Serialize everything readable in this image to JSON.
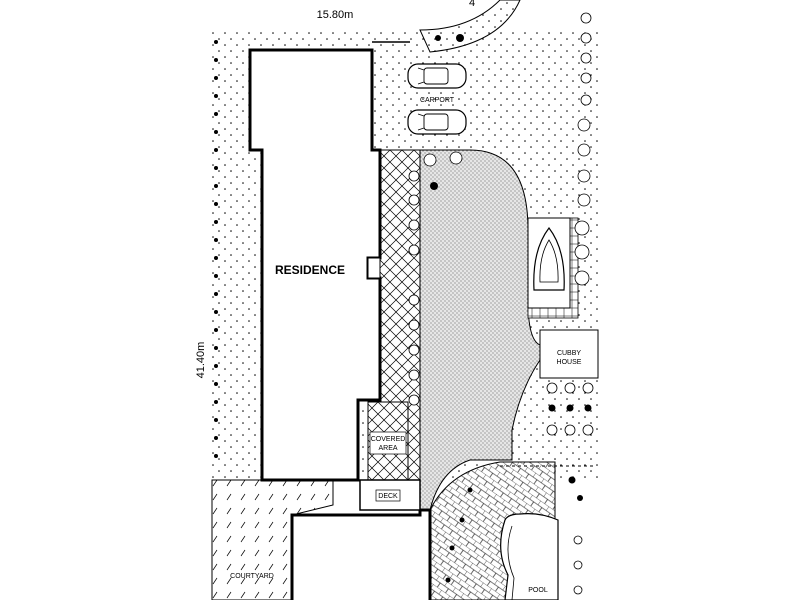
{
  "dimensions": {
    "width_label": "15.80m",
    "length_label": "41.40m",
    "corner_label": "4"
  },
  "rooms": {
    "residence": "RESIDENCE",
    "carport": "CARPORT",
    "covered_area_line1": "COVERED",
    "covered_area_line2": "AREA",
    "deck": "DECK",
    "cubby_line1": "CUBBY",
    "cubby_line2": "HOUSE",
    "courtyard": "COURTYARD",
    "pool": "POOL"
  },
  "colors": {
    "line": "#000000",
    "background": "#ffffff",
    "paving_fill": "#e6e6e6"
  }
}
